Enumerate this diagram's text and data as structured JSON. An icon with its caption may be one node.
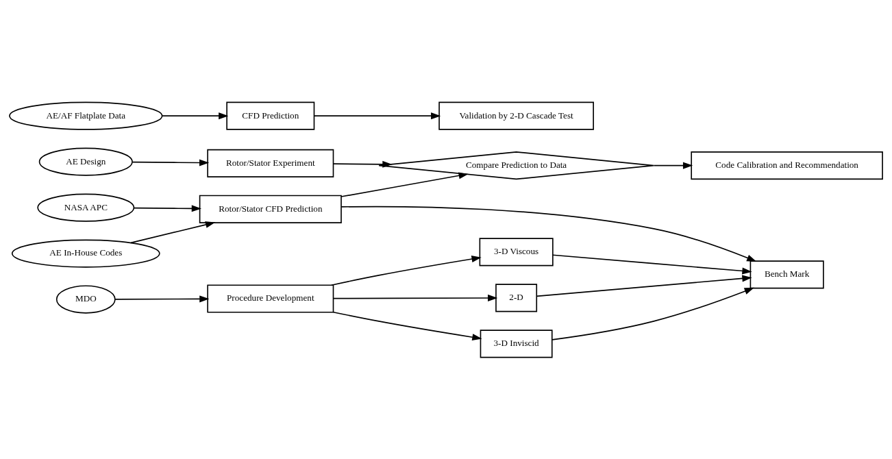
{
  "diagram": {
    "nodes": [
      {
        "text": [
          "AE Design"
        ]
      },
      {
        "text": [
          "Rotor/Stator Experiment"
        ]
      },
      {
        "text": [
          "Compare Prediction to Data"
        ]
      },
      {
        "text": [
          "Code Calibration and Recommendation"
        ]
      },
      {
        "text": [
          "NASA APC"
        ]
      },
      {
        "text": [
          "Rotor/Stator CFD Prediction"
        ]
      },
      {
        "text": [
          "AE In-House Codes"
        ]
      },
      {
        "text": [
          "AE/AF Flatplate Data"
        ]
      },
      {
        "text": [
          "CFD Prediction"
        ]
      },
      {
        "text": [
          "Validation by 2-D Cascade Test"
        ]
      },
      {
        "text": [
          "MDO"
        ]
      },
      {
        "text": [
          "Procedure Development"
        ]
      },
      {
        "text": [
          "2-D"
        ]
      },
      {
        "text": [
          "3-D Inviscid"
        ]
      },
      {
        "text": [
          "3-D Viscous"
        ]
      },
      {
        "text": [
          "Bench Mark"
        ]
      }
    ],
    "edges": [
      {
        "from": 0,
        "to": 1,
        "arrow": "to"
      },
      {
        "from": 1,
        "to": 2,
        "arrow": "to"
      },
      {
        "from": 2,
        "to": 3,
        "arrow": "to"
      },
      {
        "from": 4,
        "to": 5,
        "arrow": "to"
      },
      {
        "from": 6,
        "to": 5,
        "arrow": "to"
      },
      {
        "from": 5,
        "to": 2,
        "arrow": "to"
      },
      {
        "from": 5,
        "to": 15,
        "arrow": "to"
      },
      {
        "from": 7,
        "to": 8,
        "arrow": "to"
      },
      {
        "from": 8,
        "to": 9,
        "arrow": "to"
      },
      {
        "from": 10,
        "to": 11,
        "arrow": "to"
      },
      {
        "from": 11,
        "to": 12,
        "arrow": "to"
      },
      {
        "from": 11,
        "to": 13,
        "arrow": "to"
      },
      {
        "from": 11,
        "to": 14,
        "arrow": "to"
      },
      {
        "from": 12,
        "to": 15,
        "arrow": "to"
      },
      {
        "from": 13,
        "to": 15,
        "arrow": "to"
      },
      {
        "from": 14,
        "to": 15,
        "arrow": "to"
      }
    ]
  }
}
